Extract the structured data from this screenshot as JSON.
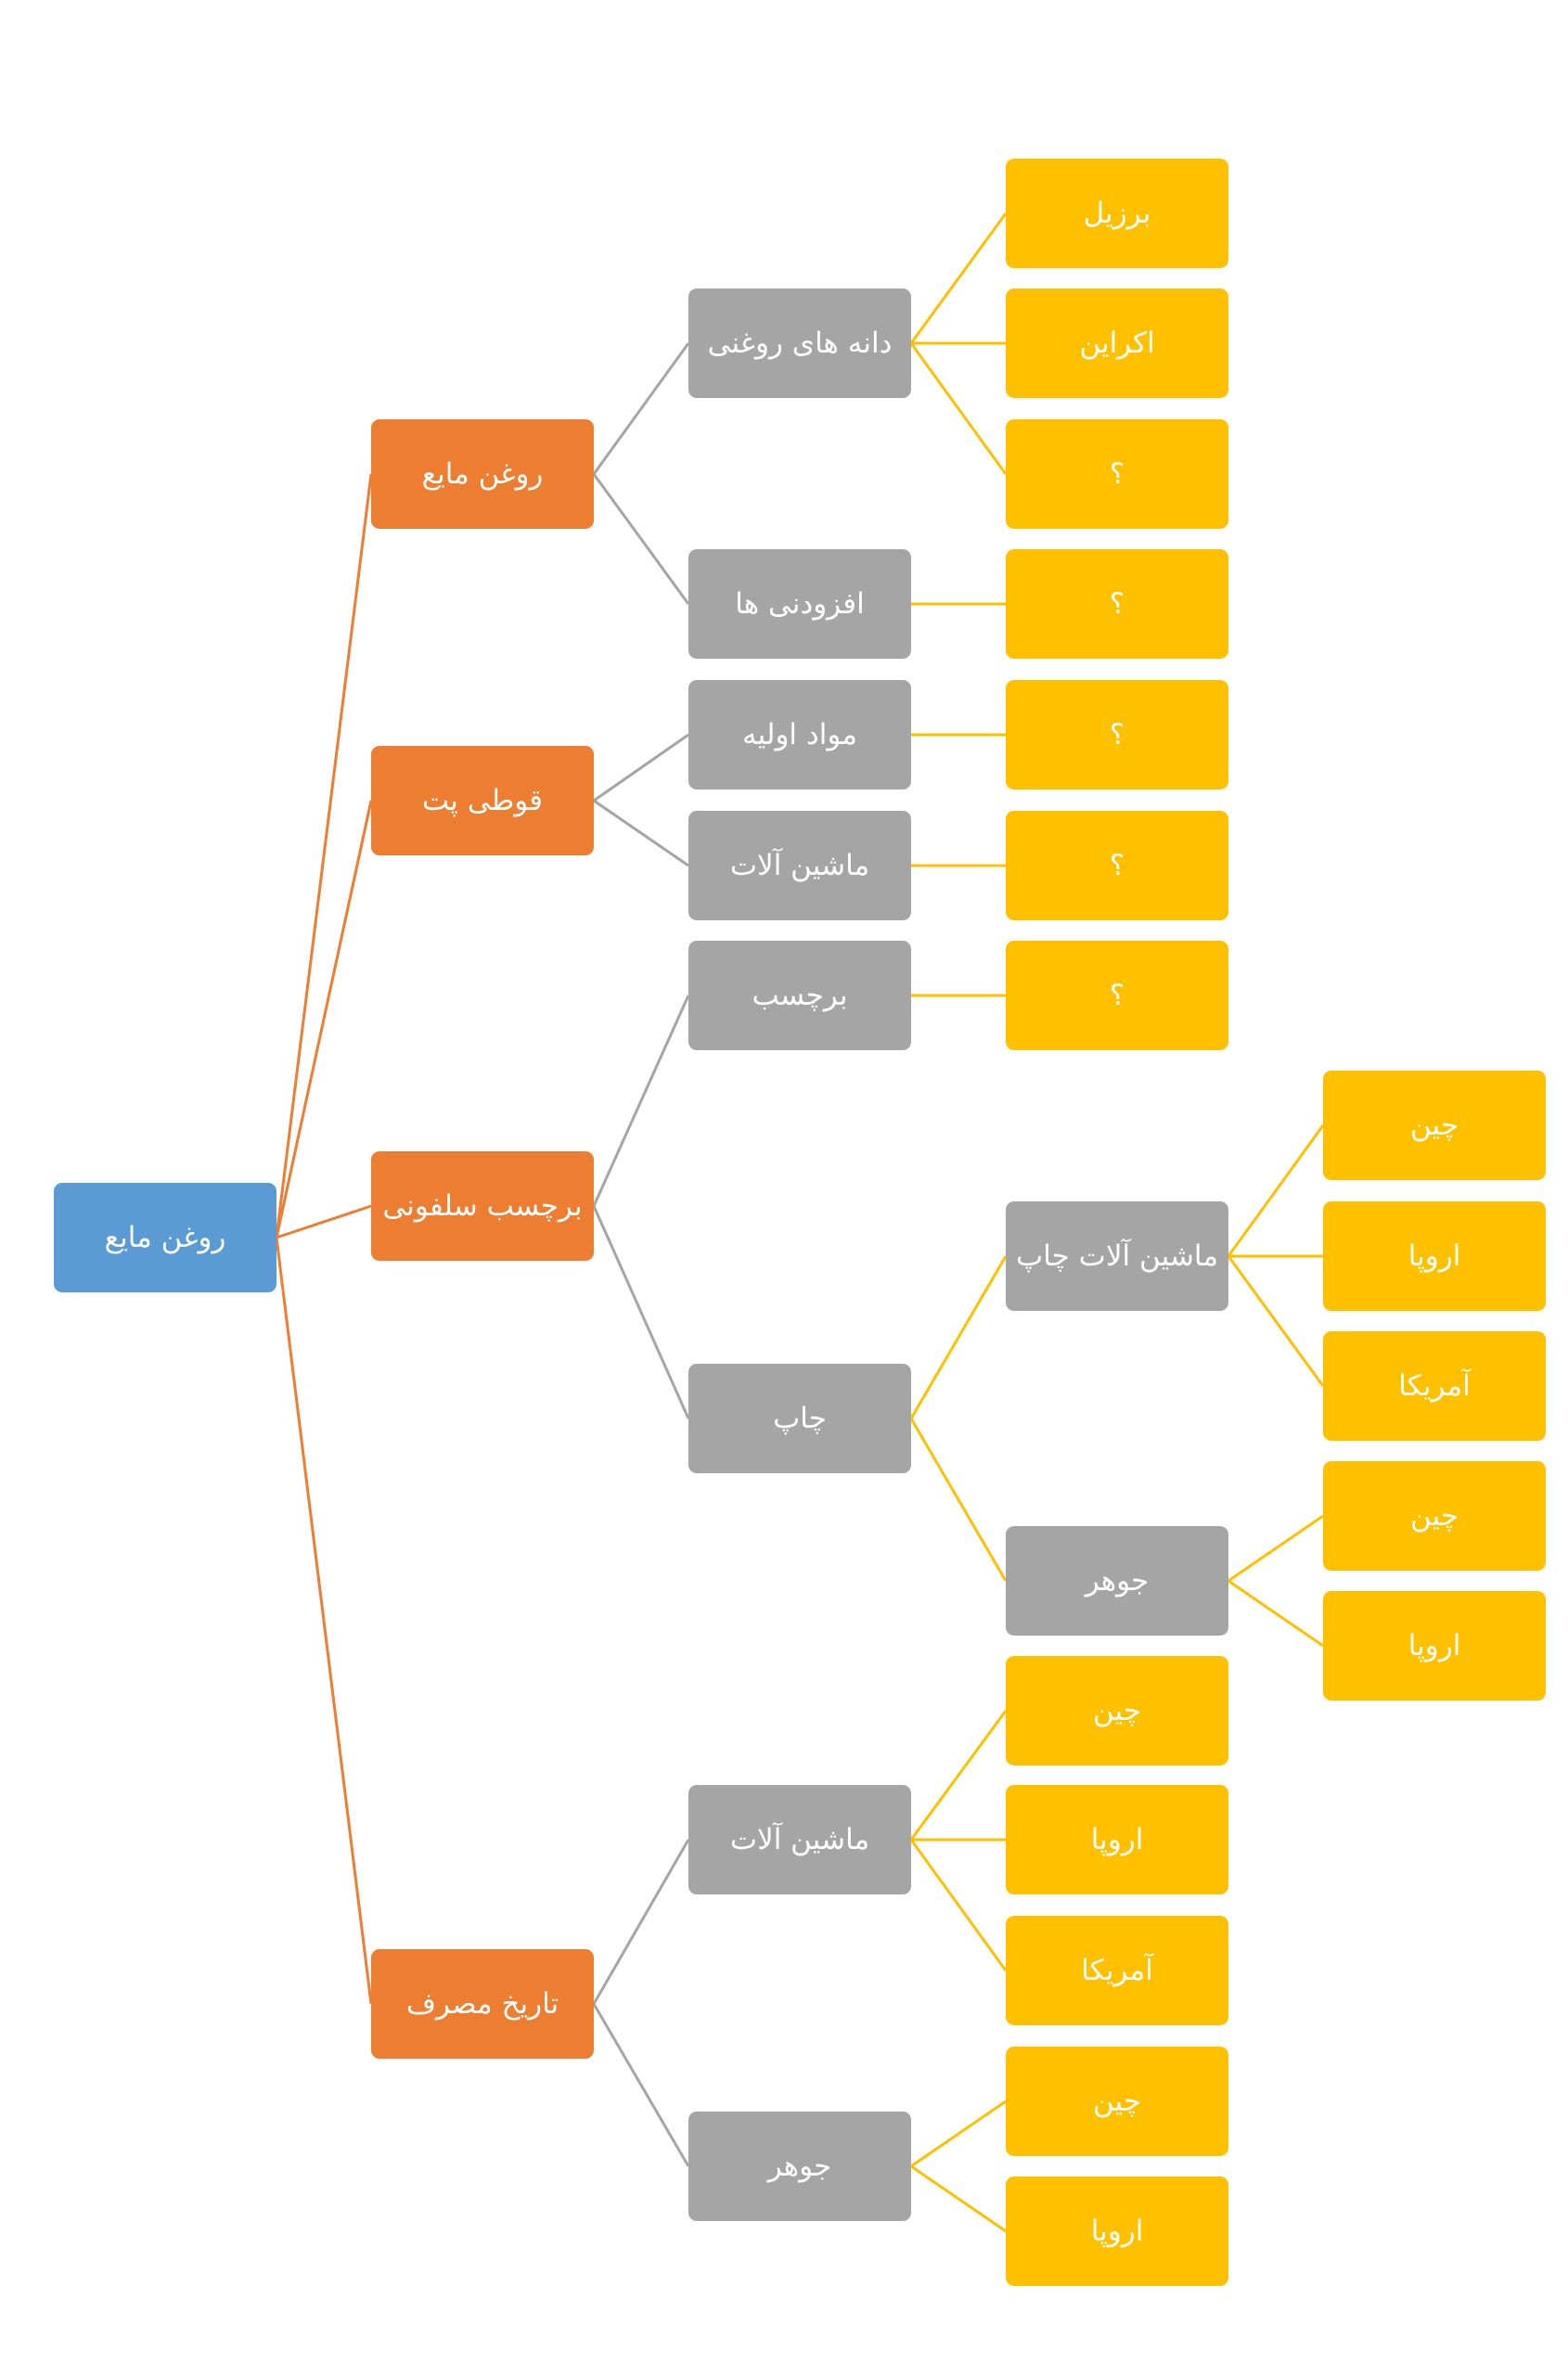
{
  "colors": {
    "root": "#5B9BD5",
    "level1": "#ED7D31",
    "level2": "#A5A5A5",
    "level3": "#FFC000",
    "line1": "#ED7D31",
    "line2": "#A5A5A5",
    "line3": "#FFC000",
    "text": "#FFFFFF"
  },
  "tree": {
    "id": "root",
    "text": "روغن مایع",
    "children": [
      {
        "id": "n1",
        "text": "روغن مایع",
        "children": [
          {
            "id": "n1-1",
            "text": "دانه های روغنی",
            "children": [
              {
                "id": "n1-1-1",
                "text": "برزیل"
              },
              {
                "id": "n1-1-2",
                "text": "اکراین"
              },
              {
                "id": "n1-1-3",
                "text": "؟"
              }
            ]
          },
          {
            "id": "n1-2",
            "text": "افزودنی ها",
            "children": [
              {
                "id": "n1-2-1",
                "text": "؟"
              }
            ]
          }
        ]
      },
      {
        "id": "n2",
        "text": "قوطی پت",
        "children": [
          {
            "id": "n2-1",
            "text": "مواد اولیه",
            "children": [
              {
                "id": "n2-1-1",
                "text": "؟"
              }
            ]
          },
          {
            "id": "n2-2",
            "text": "ماشین آلات",
            "children": [
              {
                "id": "n2-2-1",
                "text": "؟"
              }
            ]
          }
        ]
      },
      {
        "id": "n3",
        "text": "برچسب سلفونی",
        "children": [
          {
            "id": "n3-1",
            "text": "برچسب",
            "children": [
              {
                "id": "n3-1-1",
                "text": "؟"
              }
            ]
          },
          {
            "id": "n3-2",
            "text": "چاپ",
            "children": [
              {
                "id": "n3-2-1",
                "text": "ماشین آلات چاپ",
                "children": [
                  {
                    "id": "n3-2-1-1",
                    "text": "چین"
                  },
                  {
                    "id": "n3-2-1-2",
                    "text": "اروپا"
                  },
                  {
                    "id": "n3-2-1-3",
                    "text": "آمریکا"
                  }
                ]
              },
              {
                "id": "n3-2-2",
                "text": "جوهر",
                "children": [
                  {
                    "id": "n3-2-2-1",
                    "text": "چین"
                  },
                  {
                    "id": "n3-2-2-2",
                    "text": "اروپا"
                  }
                ]
              }
            ]
          }
        ]
      },
      {
        "id": "n4",
        "text": "تاریخ مصرف",
        "children": [
          {
            "id": "n4-1",
            "text": "ماشین آلات",
            "children": [
              {
                "id": "n4-1-1",
                "text": "چین"
              },
              {
                "id": "n4-1-2",
                "text": "اروپا"
              },
              {
                "id": "n4-1-3",
                "text": "آمریکا"
              }
            ]
          },
          {
            "id": "n4-2",
            "text": "جوهر",
            "children": [
              {
                "id": "n4-2-1",
                "text": "چین"
              },
              {
                "id": "n4-2-2",
                "text": "اروپا"
              }
            ]
          }
        ]
      }
    ]
  }
}
